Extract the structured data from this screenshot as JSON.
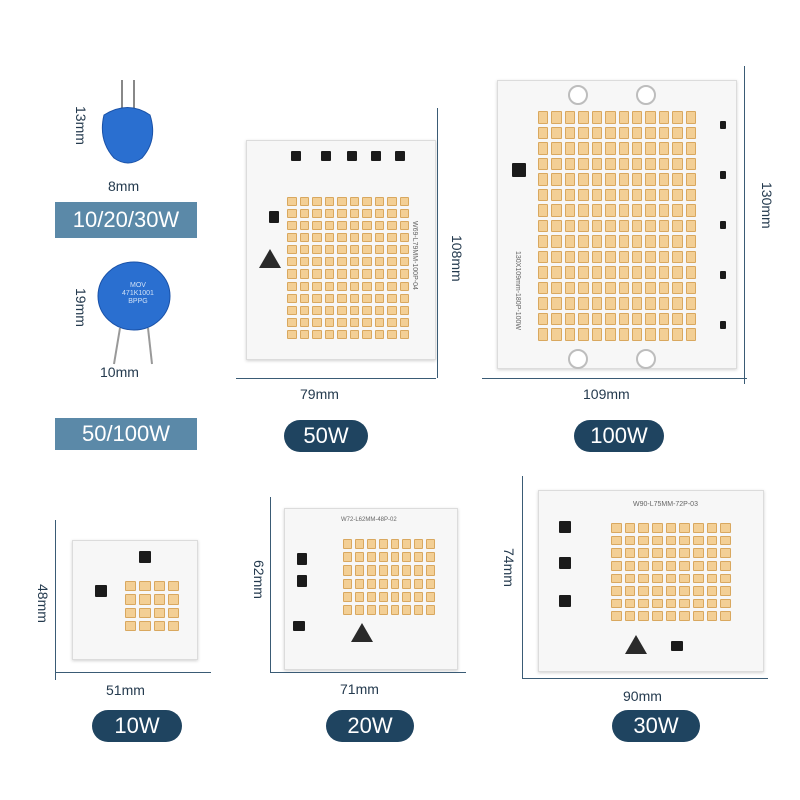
{
  "varistors": {
    "small": {
      "height": "13mm",
      "width": "8mm",
      "label": "10/20/30W"
    },
    "large": {
      "height": "19mm",
      "width": "10mm",
      "label": "50/100W",
      "print": [
        "MOV",
        "471K1001",
        "BPPG"
      ]
    }
  },
  "boards": {
    "w50": {
      "height": "108mm",
      "width": "79mm",
      "label": "50W",
      "print": "W69-L79MM-100P-04"
    },
    "w100": {
      "height": "130mm",
      "width": "109mm",
      "label": "100W",
      "print": "130X109mm-180P-100W"
    },
    "w10": {
      "height": "48mm",
      "width": "51mm",
      "label": "10W"
    },
    "w20": {
      "height": "62mm",
      "width": "71mm",
      "label": "20W",
      "print": "W72-L62MM-48P-02"
    },
    "w30": {
      "height": "74mm",
      "width": "90mm",
      "label": "30W",
      "print": "W90-L75MM-72P-03"
    }
  },
  "colors": {
    "label_fill": "#5b89a8",
    "pill_fill": "#1f4460",
    "led": "#f3cf95",
    "text": "#243a4e"
  }
}
